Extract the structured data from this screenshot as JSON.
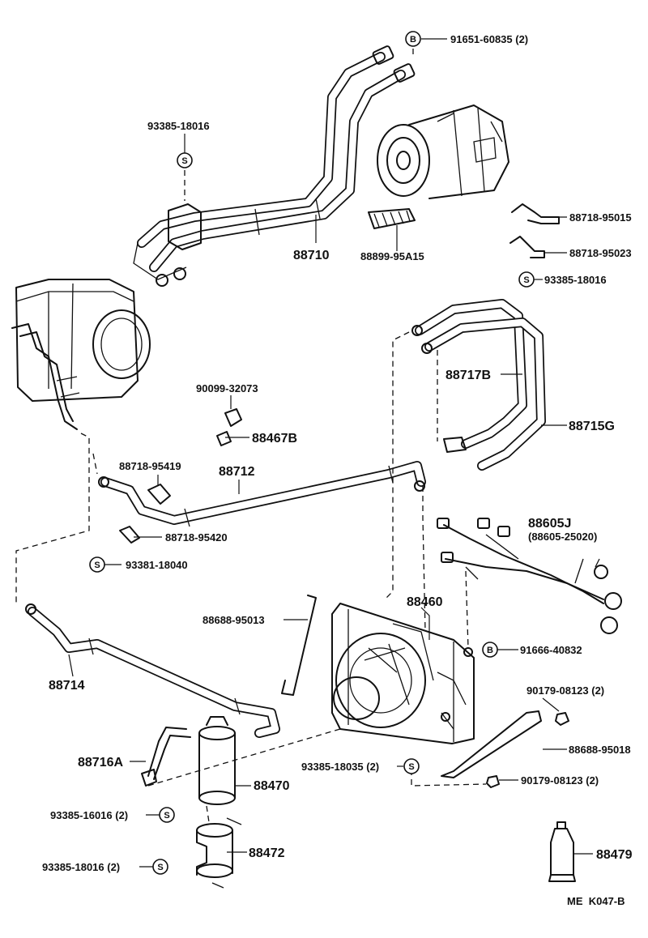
{
  "badges": {
    "bolt": "B",
    "screw": "S"
  },
  "labels": {
    "p91651_60835": "91651-60835 (2)",
    "p93385_18016_top": "93385-18016",
    "p88710": "88710",
    "p88899_95A15": "88899-95A15",
    "p88718_95015": "88718-95015",
    "p88718_95023": "88718-95023",
    "p93385_18016_right": "93385-18016",
    "p88717B": "88717B",
    "p88715G": "88715G",
    "p90099_32073": "90099-32073",
    "p88467B": "88467B",
    "p88718_95419": "88718-95419",
    "p88712": "88712",
    "p88718_95420": "88718-95420",
    "p93381_18040": "93381-18040",
    "p88605J": "88605J",
    "p88605_25020": "(88605-25020)",
    "p88688_95013": "88688-95013",
    "p88460": "88460",
    "p91666_40832": "91666-40832",
    "p88714": "88714",
    "p90179_08123_a": "90179-08123 (2)",
    "p88688_95018": "88688-95018",
    "p88716A": "88716A",
    "p93385_18035": "93385-18035 (2)",
    "p88470": "88470",
    "p90179_08123_b": "90179-08123 (2)",
    "p93385_16016": "93385-16016 (2)",
    "p88472": "88472",
    "p93385_18016_bottom": "93385-18016 (2)",
    "p88479": "88479",
    "catalog_code": "ME  K047-B"
  }
}
